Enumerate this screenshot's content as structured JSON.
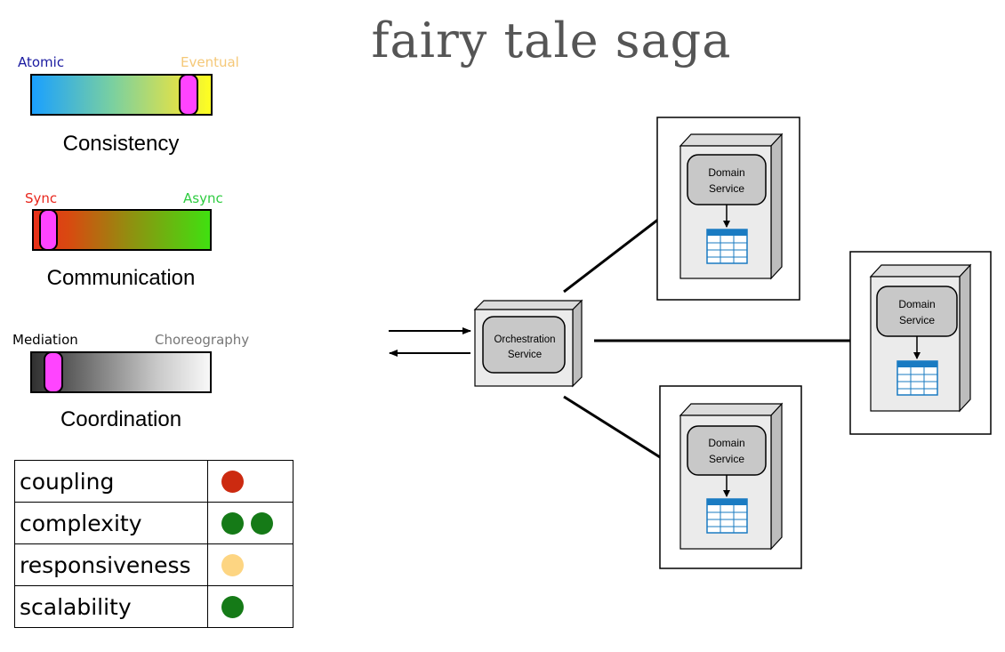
{
  "title": "fairy tale saga",
  "gauges": [
    {
      "name": "Consistency",
      "left_label": "Atomic",
      "right_label": "Eventual",
      "left_color": "#1a1aa0",
      "right_color": "#f5c878",
      "position": 0.9
    },
    {
      "name": "Communication",
      "left_label": "Sync",
      "right_label": "Async",
      "left_color": "#e8261c",
      "right_color": "#2ecc40",
      "position": 0.08
    },
    {
      "name": "Coordination",
      "left_label": "Mediation",
      "right_label": "Choreography",
      "left_color": "#000000",
      "right_color": "#777777",
      "position": 0.12
    }
  ],
  "attributes": [
    {
      "name": "coupling",
      "dots": [
        "#cc2a10"
      ]
    },
    {
      "name": "complexity",
      "dots": [
        "#157a17",
        "#157a17"
      ]
    },
    {
      "name": "responsiveness",
      "dots": [
        "#fdd582"
      ]
    },
    {
      "name": "scalability",
      "dots": [
        "#157a17"
      ]
    }
  ],
  "diagram": {
    "orchestrator": {
      "label_line1": "Orchestration",
      "label_line2": "Service"
    },
    "services": [
      {
        "label_line1": "Domain",
        "label_line2": "Service"
      },
      {
        "label_line1": "Domain",
        "label_line2": "Service"
      },
      {
        "label_line1": "Domain",
        "label_line2": "Service"
      }
    ]
  },
  "colors": {
    "marker": "#ff44ff",
    "db_blue": "#1a7bc2",
    "box_fill": "#ebebeb",
    "inner_fill": "#c8c8c8"
  }
}
